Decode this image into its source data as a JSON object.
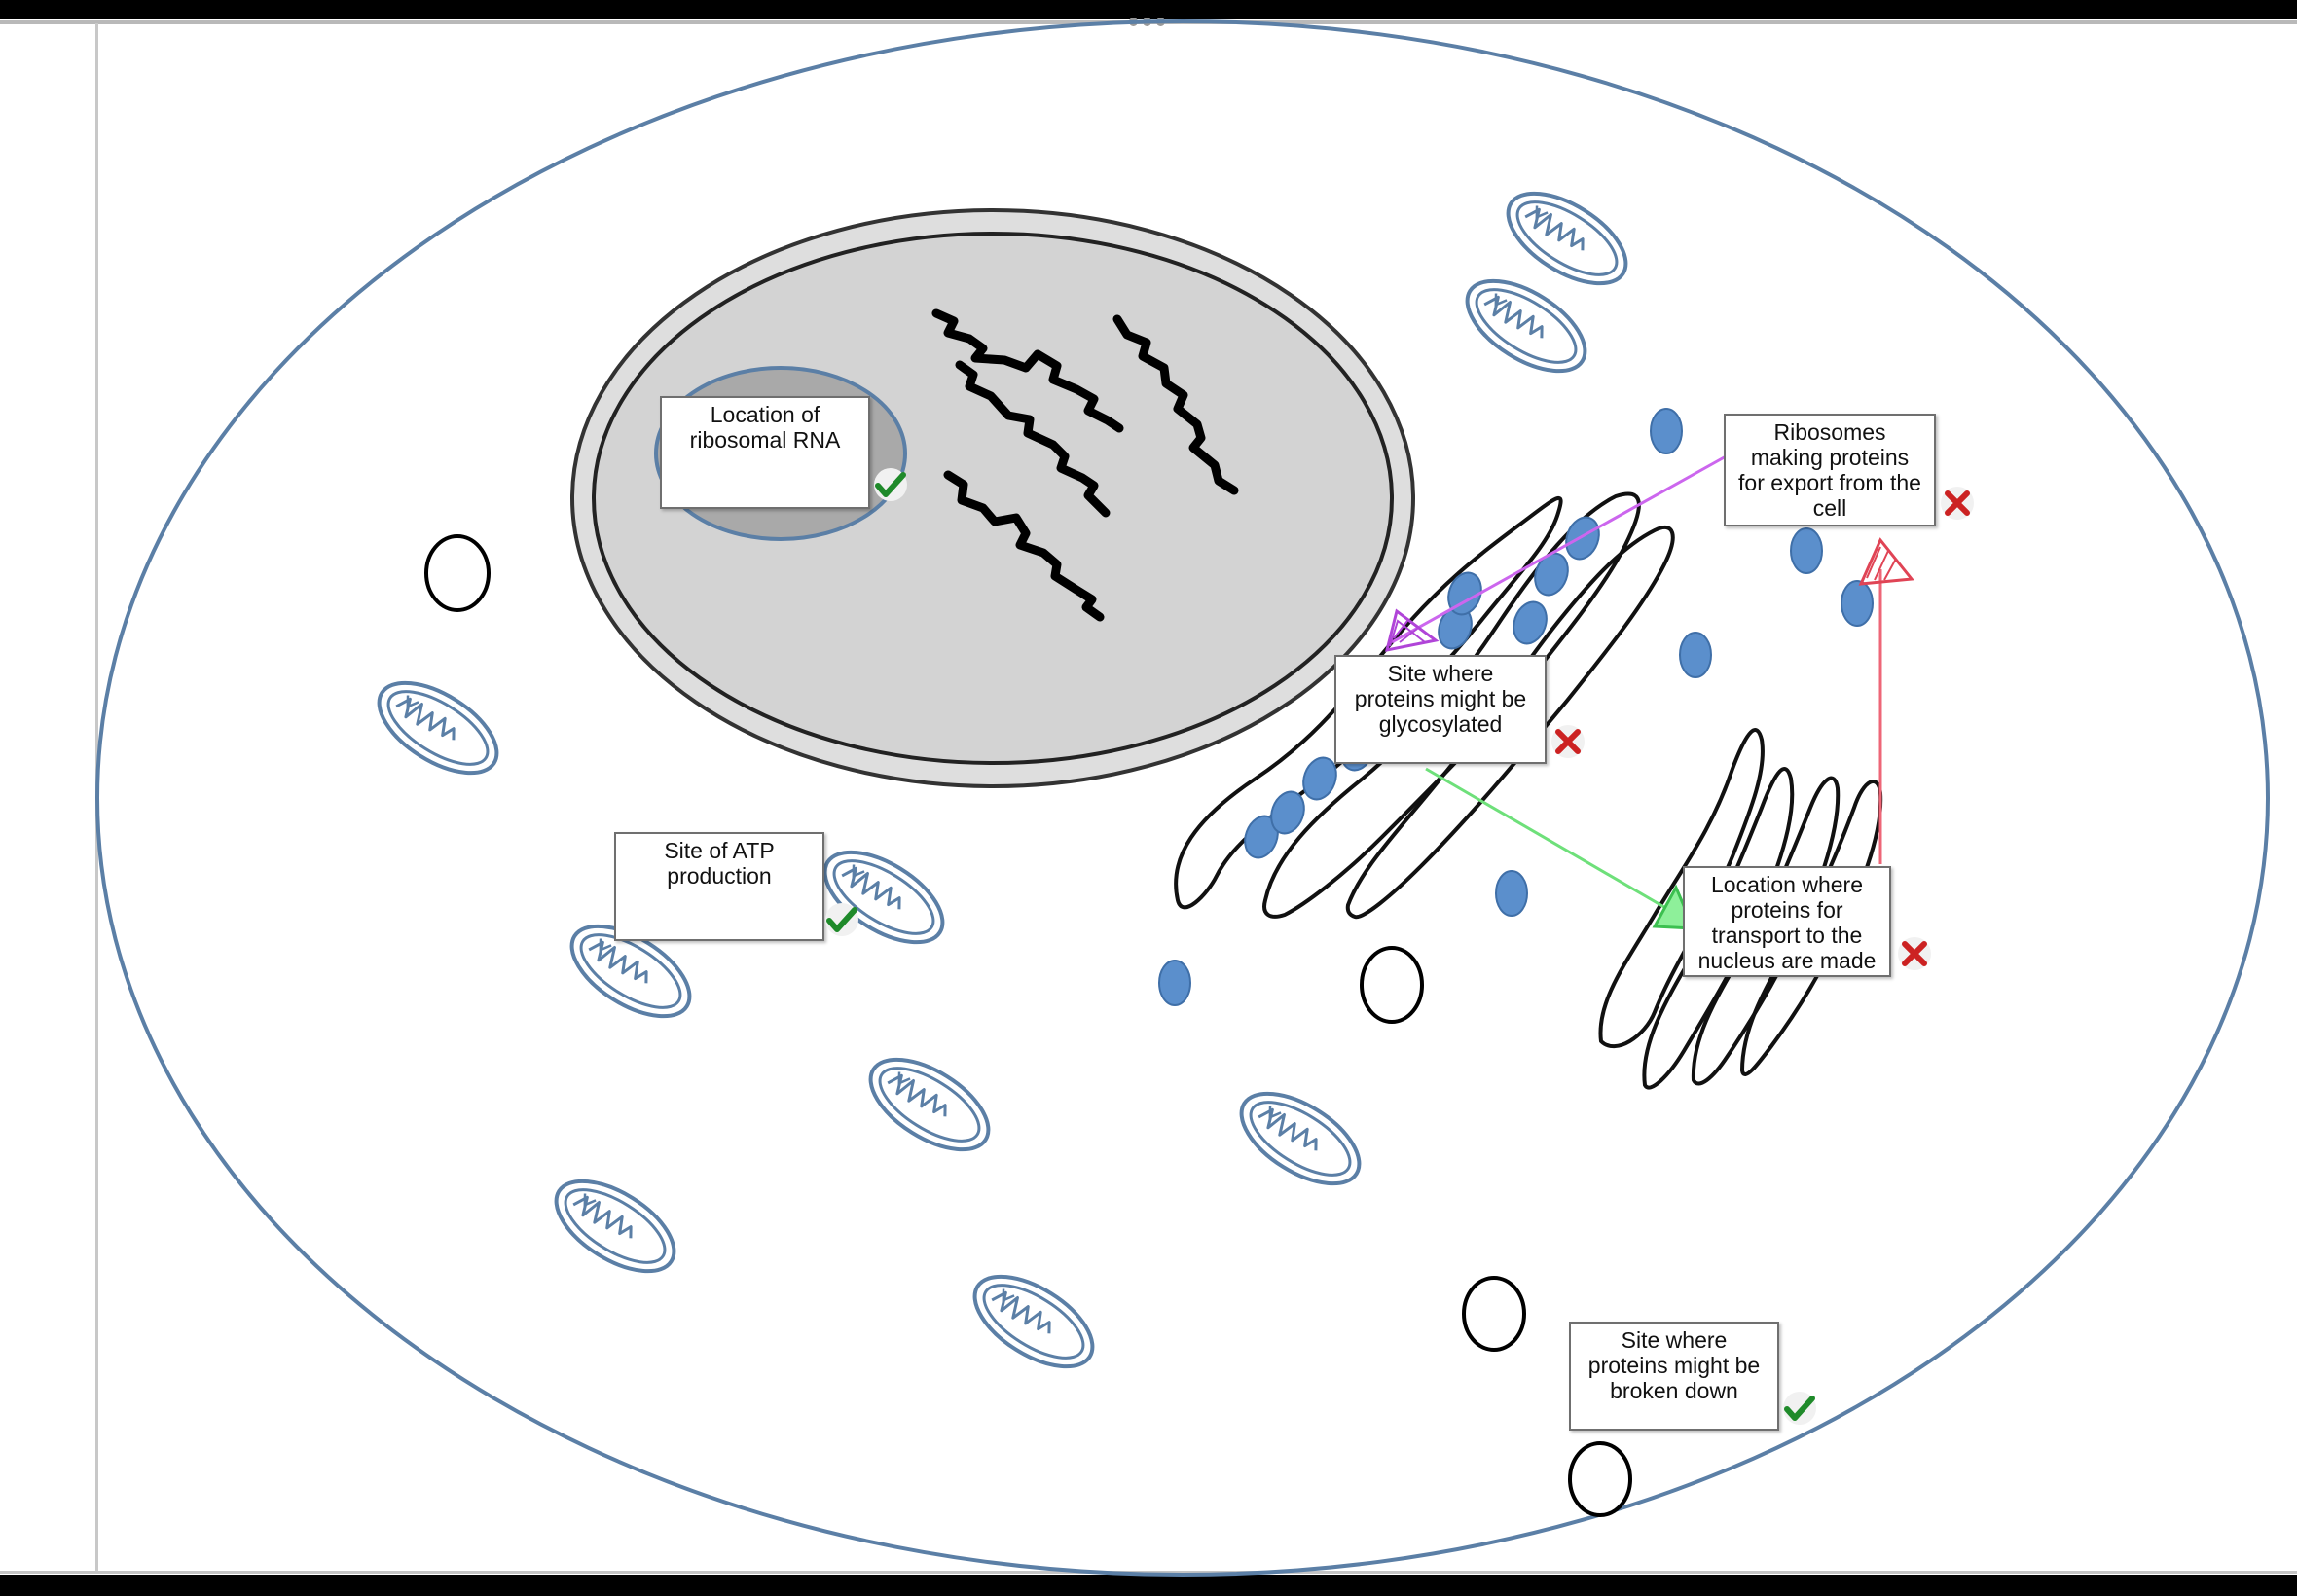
{
  "labels": {
    "rrna": "Location of\nribosomal RNA",
    "export": "Ribosomes\nmaking proteins\nfor export from the\ncell",
    "glyco": "Site where\nproteins might be\nglycosylated",
    "atp": "Site of ATP\nproduction",
    "nucleus_transport": "Location where\nproteins for\ntransport to the\nnucleus are made",
    "breakdown": "Site where\nproteins might be\nbroken down"
  },
  "results": {
    "rrna": "correct",
    "export": "incorrect",
    "glyco": "incorrect",
    "atp": "correct",
    "nucleus_transport": "incorrect",
    "breakdown": "correct"
  },
  "colors": {
    "membrane": "#5b7fa6",
    "mitochondria": "#5b7fa6",
    "ribosome": "#5b8fcc",
    "nucleus_fill": "#d3d3d3",
    "nucleolus_fill": "#a9a9a9",
    "correct": "#1f8a2a",
    "incorrect": "#cc2222",
    "pointer_export": "#cc66ee",
    "pointer_glyco": "#6ee07a",
    "pointer_nucleus_transport": "#ee6677"
  }
}
